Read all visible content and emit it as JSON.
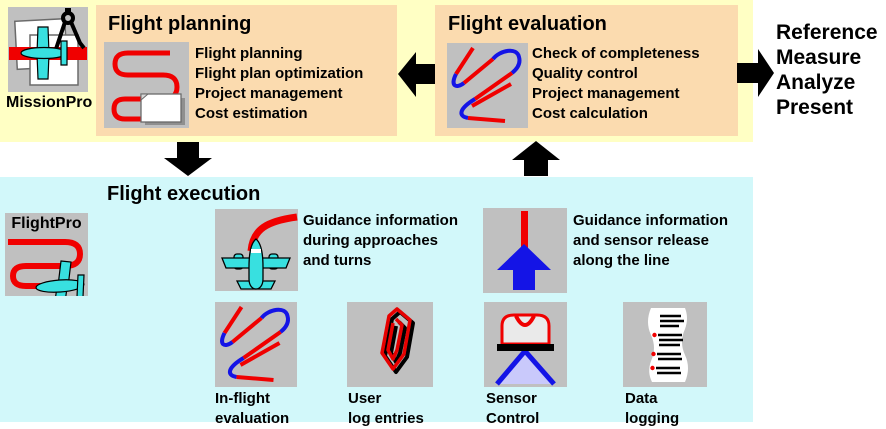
{
  "colors": {
    "band_top": "#FFFFC4",
    "panel_peach": "#FBDBAF",
    "band_bottom": "#D2F8FA",
    "tile_gray": "#C0C0C0",
    "path_red": "#F00000",
    "path_blue": "#1414E6",
    "plane_cyan": "#38E0E0",
    "cone_lavender": "#C9C9FB",
    "arrow_black": "#000000"
  },
  "top": {
    "missionpro_label": "MissionPro",
    "planning": {
      "title": "Flight planning",
      "items": [
        "Flight planning",
        "Flight plan optimization",
        "Project management",
        "Cost estimation"
      ]
    },
    "evaluation": {
      "title": "Flight evaluation",
      "items": [
        "Check of completeness",
        "Quality control",
        "Project management",
        "Cost calculation"
      ]
    },
    "outputs": [
      "Reference",
      "Measure",
      "Analyze",
      "Present"
    ]
  },
  "bottom": {
    "title": "Flight execution",
    "flightpro_label": "FlightPro",
    "guidance_turns": [
      "Guidance information",
      "during approaches",
      "and turns"
    ],
    "guidance_line": [
      "Guidance information",
      "and sensor release",
      "along the line"
    ],
    "tools": [
      {
        "label": [
          "In-flight",
          "evaluation"
        ]
      },
      {
        "label": [
          "User",
          "log entries"
        ]
      },
      {
        "label": [
          "Sensor",
          "Control"
        ]
      },
      {
        "label": [
          "Data",
          "logging"
        ]
      }
    ]
  }
}
